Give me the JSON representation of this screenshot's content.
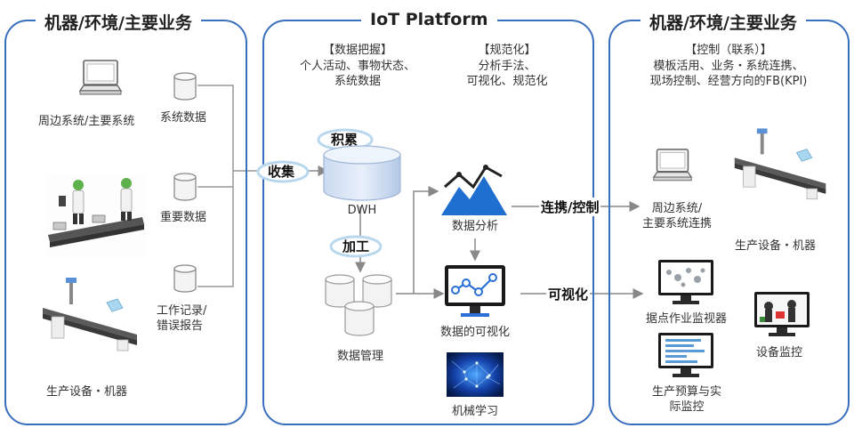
{
  "left": {
    "title": "机器/环境/主要业务",
    "systems_label": "周边系统/主要系统",
    "db1_label": "系统数据",
    "db2_label": "重要数据",
    "db3_label": "工作记录/\n错误报告",
    "machine_label": "生产设备・机器"
  },
  "center": {
    "title": "IoT Platform",
    "grasp_heading": "【数据把握】",
    "grasp_text": "个人活动、事物状态、\n系统数据",
    "standard_heading": "【规范化】",
    "standard_text": "分析手法、\n可视化、规范化",
    "accumulate_label": "积累",
    "collect_label": "收集",
    "dwh_label": "DWH",
    "process_label": "加工",
    "data_mgmt_label": "数据管理",
    "analysis_label": "数据分析",
    "visual_label": "数据的可视化",
    "ml_label": "机械学习"
  },
  "right": {
    "title": "机器/环境/主要业务",
    "control_heading": "【控制（联系）】",
    "control_text": "模板活用、业务・系统连携、\n现场控制、经营方向的FB(KPI)",
    "link_label": "连携/控制",
    "visualize_label": "可视化",
    "systems_label": "周边系统/\n主要系统连携",
    "machine_label": "生产设备・机器",
    "site_monitor_label": "据点作业监视器",
    "device_monitor_label": "设备监控",
    "forecast_label": "生产预算与实\n际监控"
  },
  "colors": {
    "border": "#3a6fbf",
    "accent": "#2a6fd6",
    "line": "#888888"
  }
}
